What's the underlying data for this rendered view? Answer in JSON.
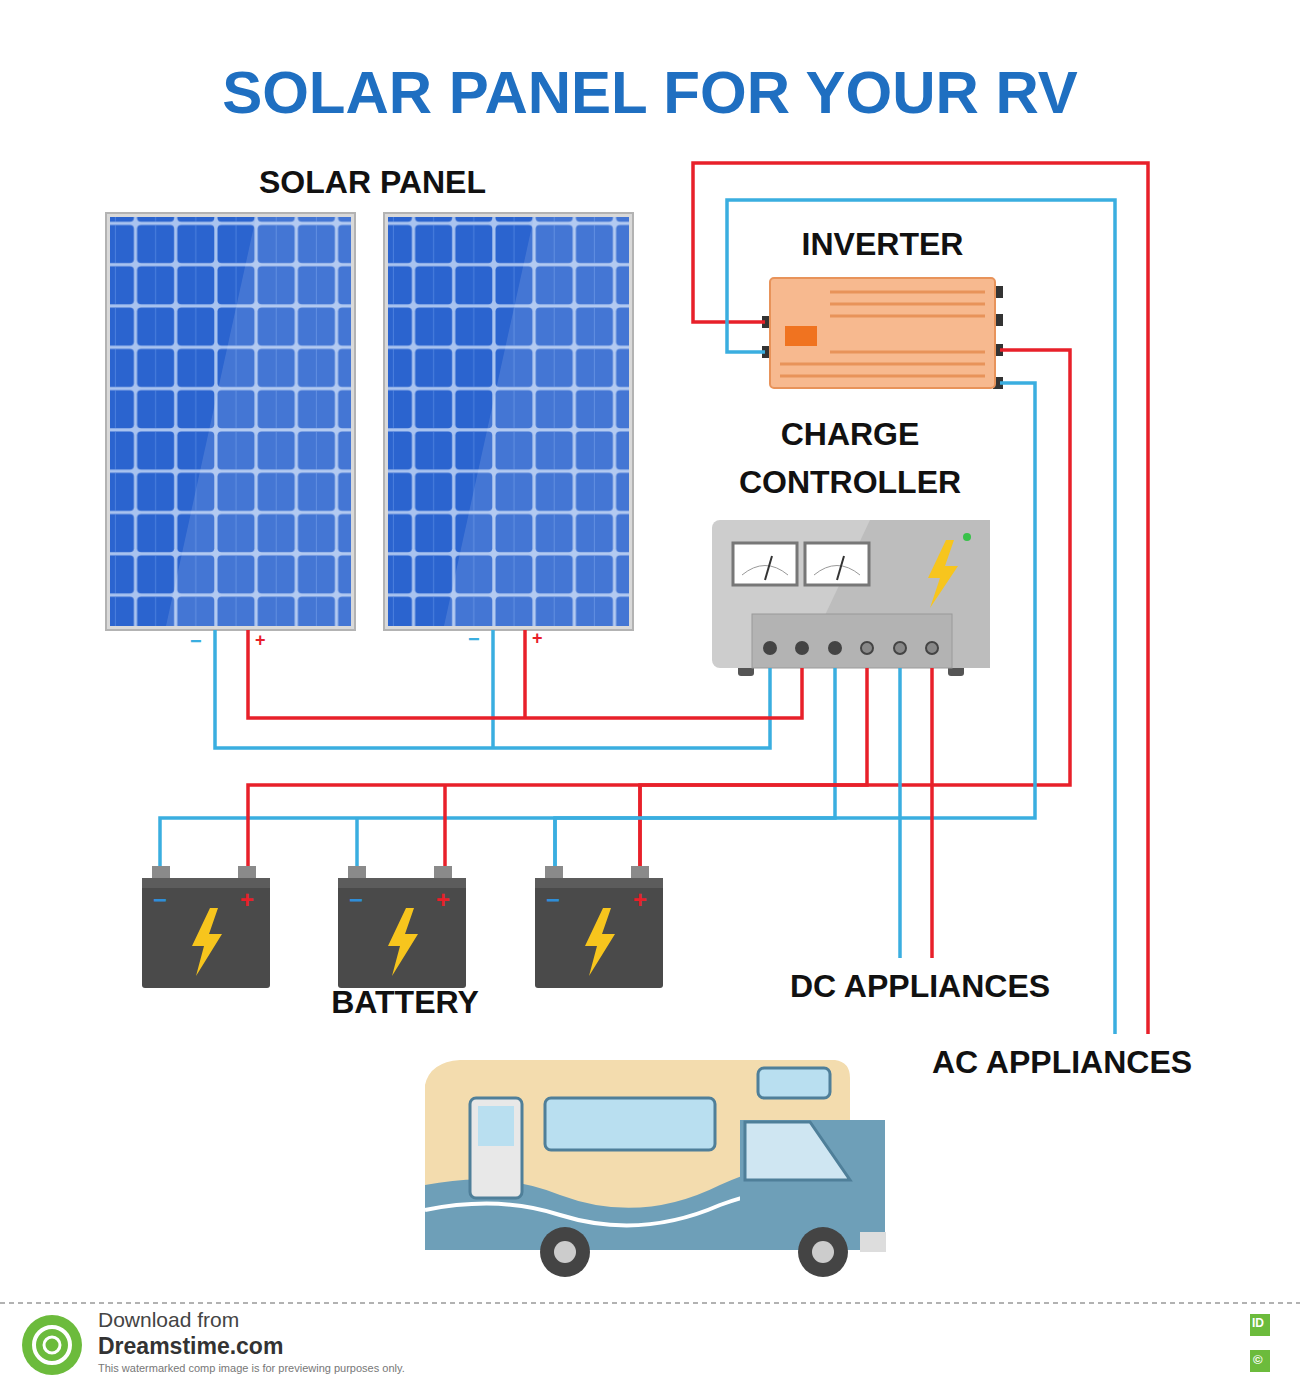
{
  "diagram": {
    "title": "SOLAR PANEL FOR YOUR RV",
    "nodes": [
      {
        "text": [
          "SOLAR PANEL"
        ]
      },
      {
        "text": [
          "INVERTER"
        ]
      },
      {
        "text": [
          "CHARGE CONTROLLER"
        ]
      },
      {
        "text": [
          "BATTERY"
        ]
      },
      {
        "text": [
          "DC APPLIANCES"
        ]
      },
      {
        "text": [
          "AC APPLIANCES"
        ]
      }
    ],
    "edges": [
      {
        "from": 0,
        "to": 2,
        "arrow": "none"
      },
      {
        "from": 2,
        "to": 3,
        "arrow": "none"
      },
      {
        "from": 1,
        "to": 3,
        "arrow": "none"
      },
      {
        "from": 2,
        "to": 4,
        "arrow": "none"
      },
      {
        "from": 1,
        "to": 5,
        "arrow": "none"
      }
    ],
    "labels": [
      "−",
      "+",
      "−",
      "+",
      "−",
      "+",
      "−",
      "+",
      "−",
      "+",
      "Download from",
      "Dreamstime.com",
      "This watermarked comp image is for previewing purposes only.",
      "ID",
      "©"
    ]
  }
}
